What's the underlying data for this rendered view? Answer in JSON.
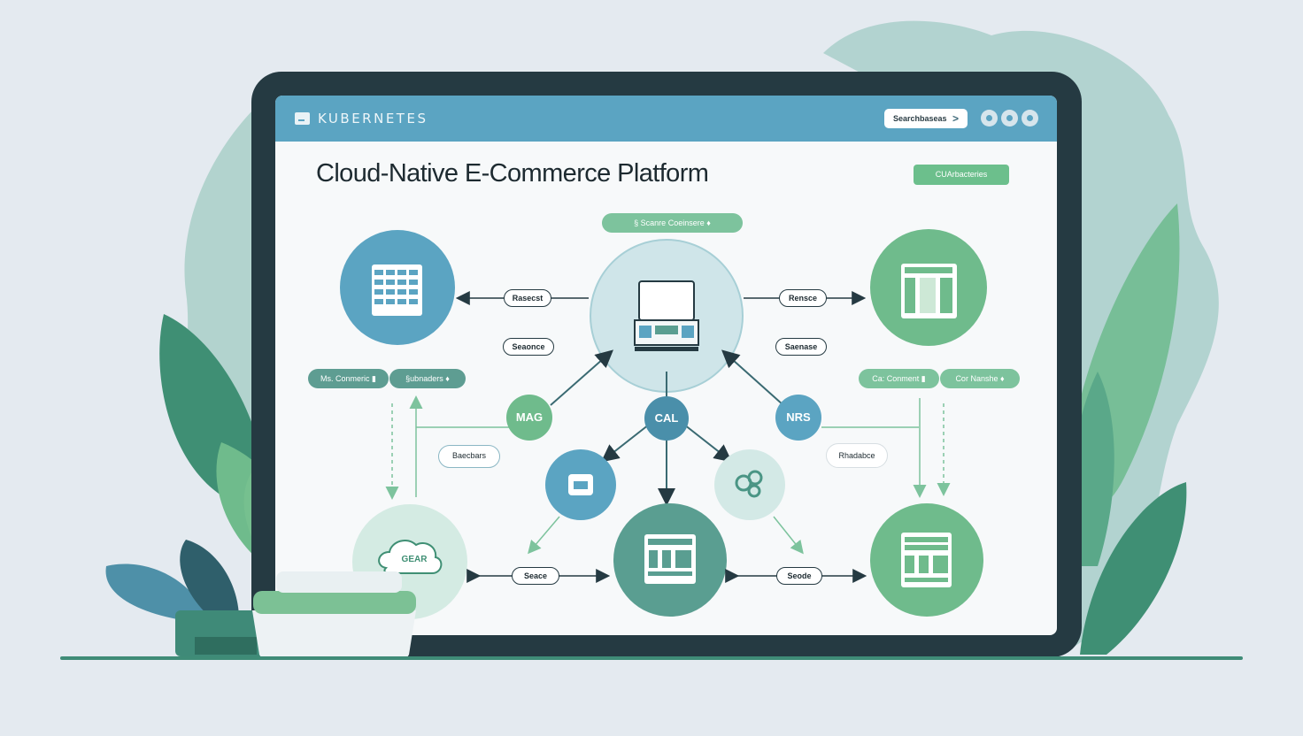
{
  "app": {
    "brand": "KUBERNETES",
    "search_label": "Searchbaseas",
    "search_go": ">",
    "page_title": "Cloud-Native E-Commerce Platform",
    "status_badge": "CUArbacteries"
  },
  "diagram": {
    "top_pill": {
      "icon": "§",
      "label_a": "Scanre",
      "label_b": "Coeinsere",
      "mark": "♦"
    },
    "left_pill_a": "Ms. Conmeric ▮",
    "left_pill_b": "§ubnaders ♦",
    "right_pill_a": "Ca:  Conment ▮",
    "right_pill_b": "Cor Nanshe  ♦",
    "center_nodes": {
      "left": "MAG",
      "middle": "CAL",
      "right": "NRS"
    },
    "tags": {
      "top_left": "Rasecst",
      "mid_left": "Seaonce",
      "top_right": "Rensce",
      "mid_right": "Saenase",
      "lower_left": "Baecbars",
      "lower_right": "Rhadabce",
      "bottom_left": "Seace",
      "bottom_right": "Seode"
    },
    "cloud_label": "GEAR"
  },
  "colors": {
    "blue": "#5ba4c2",
    "green": "#6fbb8c",
    "teal": "#5a9e91",
    "dark": "#253a42",
    "leaf": "#3f8f74"
  }
}
